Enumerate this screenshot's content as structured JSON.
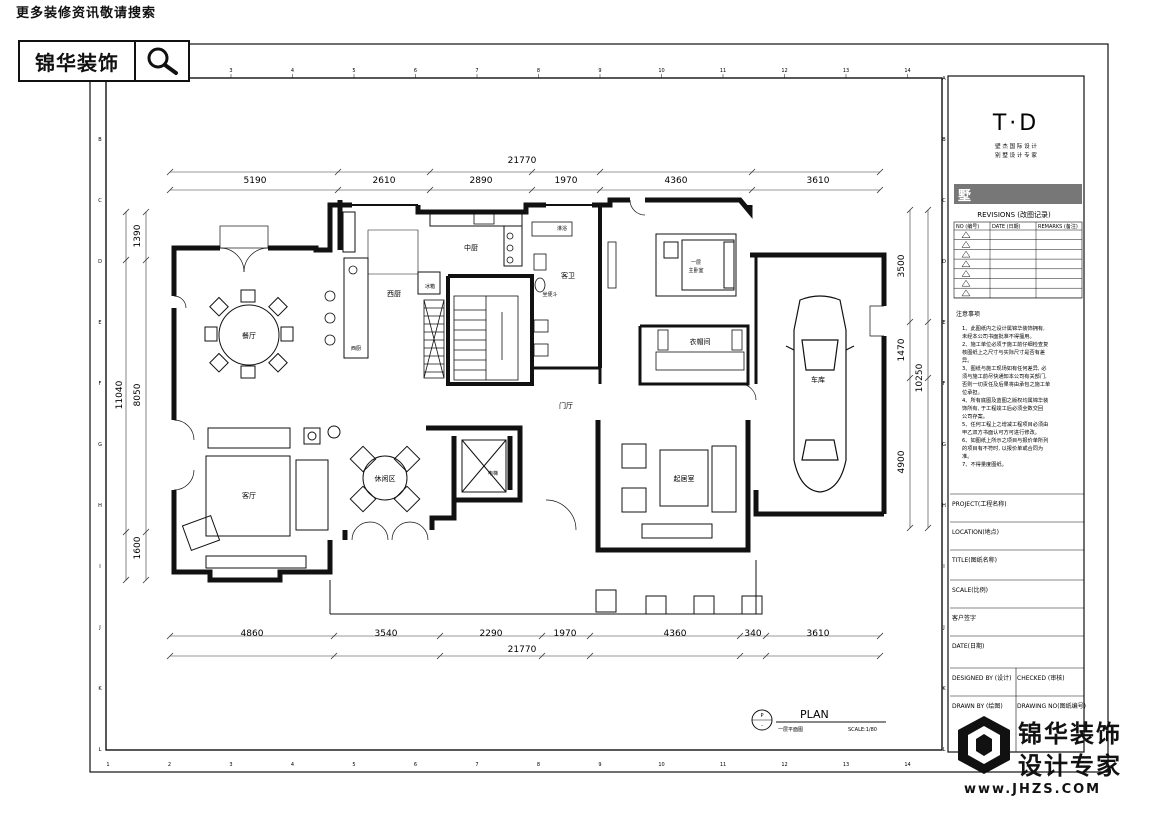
{
  "header": {
    "search_hint": "更多装修资讯敬请搜索"
  },
  "brand": {
    "name": "锦华装饰"
  },
  "title_block": {
    "logo": "T·D",
    "company_line1": "壁 杰 国 际 设 计",
    "company_line2": "别 墅 设 计 专 家",
    "category": "墅",
    "revisions_title": "REVISIONS (改图记录)",
    "rev_headers": [
      "NO (编号)",
      "DATE (日期)",
      "REMARKS (备注)"
    ],
    "notes_title": "注意事项",
    "notes": [
      "1、此图纸内之设计属锦华装饰拥有,",
      "未经本公司书面批准不得擅用。",
      "2、施工单位必须于施工前仔细检查复",
      "核图纸上之尺寸与实际尺寸是否有差",
      "异。",
      "3、图纸与施工现场如有任何差异, 必",
      "须与施工前尽快通知本公司有关部门,",
      "否则一切责任及后果将由承包之施工单",
      "位承担。",
      "4、所有底图及蓝图之版权均属锦华装",
      "饰所有, 于工程竣工后必须全数交回",
      "公司存案。",
      "5、任何工程上之增减工程项目必须由",
      "甲乙双方书面认可方可进行修改。",
      "6、如图纸上所示之项目与报价单所列",
      "的项目有不符时, 以报价单或合同为",
      "准。",
      "7、不得量度图纸。"
    ],
    "fields": [
      "PROJECT(工程名称)",
      "LOCATION(地点)",
      "TITLE(图纸名称)",
      "SCALE(比例)",
      "客户签字",
      "DATE(日期)"
    ],
    "designed_by": "DESIGNED BY (设计)",
    "checked": "CHECKED (审核)",
    "drawn_by": "DRAWN BY (绘图)",
    "drawing_no": "DRAWING NO(图纸编号)"
  },
  "plan": {
    "label": "PLAN",
    "subtitle": "一层平面图",
    "scale": "SCALE:1/80",
    "marker": "P",
    "marker_sub": "-"
  },
  "dims_top": {
    "total": "21770",
    "segments": [
      "5190",
      "2610",
      "2890",
      "1970",
      "4360",
      "3610"
    ]
  },
  "dims_bottom": {
    "total": "21770",
    "segments": [
      "4860",
      "3540",
      "2290",
      "1970",
      "4360",
      "340",
      "3610"
    ]
  },
  "dims_left": {
    "total": "11040",
    "segments": [
      "1390",
      "8050",
      "1600"
    ]
  },
  "dims_right": {
    "total": "10250",
    "segments": [
      "3500",
      "1470",
      "4900"
    ]
  },
  "grid_cols": [
    "1",
    "2",
    "3",
    "4",
    "5",
    "6",
    "7",
    "8",
    "9",
    "10",
    "11",
    "12",
    "13",
    "14"
  ],
  "grid_rows": [
    "A",
    "B",
    "C",
    "D",
    "E",
    "F",
    "G",
    "H",
    "I",
    "J",
    "K",
    "L"
  ],
  "rooms": {
    "dining": "餐厅",
    "living": "客厅",
    "leisure": "休闲区",
    "western_kitchen": "西厨",
    "western_kitchen2": "西厨",
    "chinese_kitchen": "中厨",
    "fridge": "冰箱",
    "guest_bath": "客卫",
    "shower": "淋浴",
    "toilet": "坐便斗",
    "master_floor": "一层",
    "master": "主卧室",
    "closet": "衣帽间",
    "garage": "车库",
    "foyer": "门厅",
    "elevator": "电梯",
    "family": "起居室"
  },
  "watermark": {
    "line1": "锦华装饰",
    "line2": "设计专家",
    "url": "www.JHZS.COM"
  }
}
